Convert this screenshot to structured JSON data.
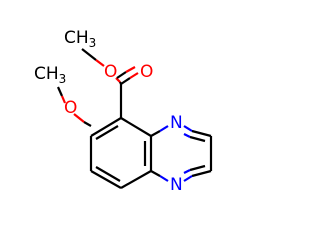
{
  "molecule": {
    "atoms": {
      "methyl_ester": {
        "symbol": "CH",
        "subscript": "3",
        "color": "#000000"
      },
      "ester_o_single": {
        "symbol": "O",
        "color": "#ff0000"
      },
      "ester_o_double": {
        "symbol": "O",
        "color": "#ff0000"
      },
      "methyl_ether": {
        "symbol": "CH",
        "subscript": "3",
        "color": "#000000"
      },
      "ether_o": {
        "symbol": "O",
        "color": "#ff0000"
      },
      "ring_n_top": {
        "symbol": "N",
        "color": "#0000ff"
      },
      "ring_n_bottom": {
        "symbol": "N",
        "color": "#0000ff"
      }
    },
    "colors": {
      "bond": "#000000",
      "oxygen": "#ff0000",
      "nitrogen": "#0000ff"
    }
  }
}
